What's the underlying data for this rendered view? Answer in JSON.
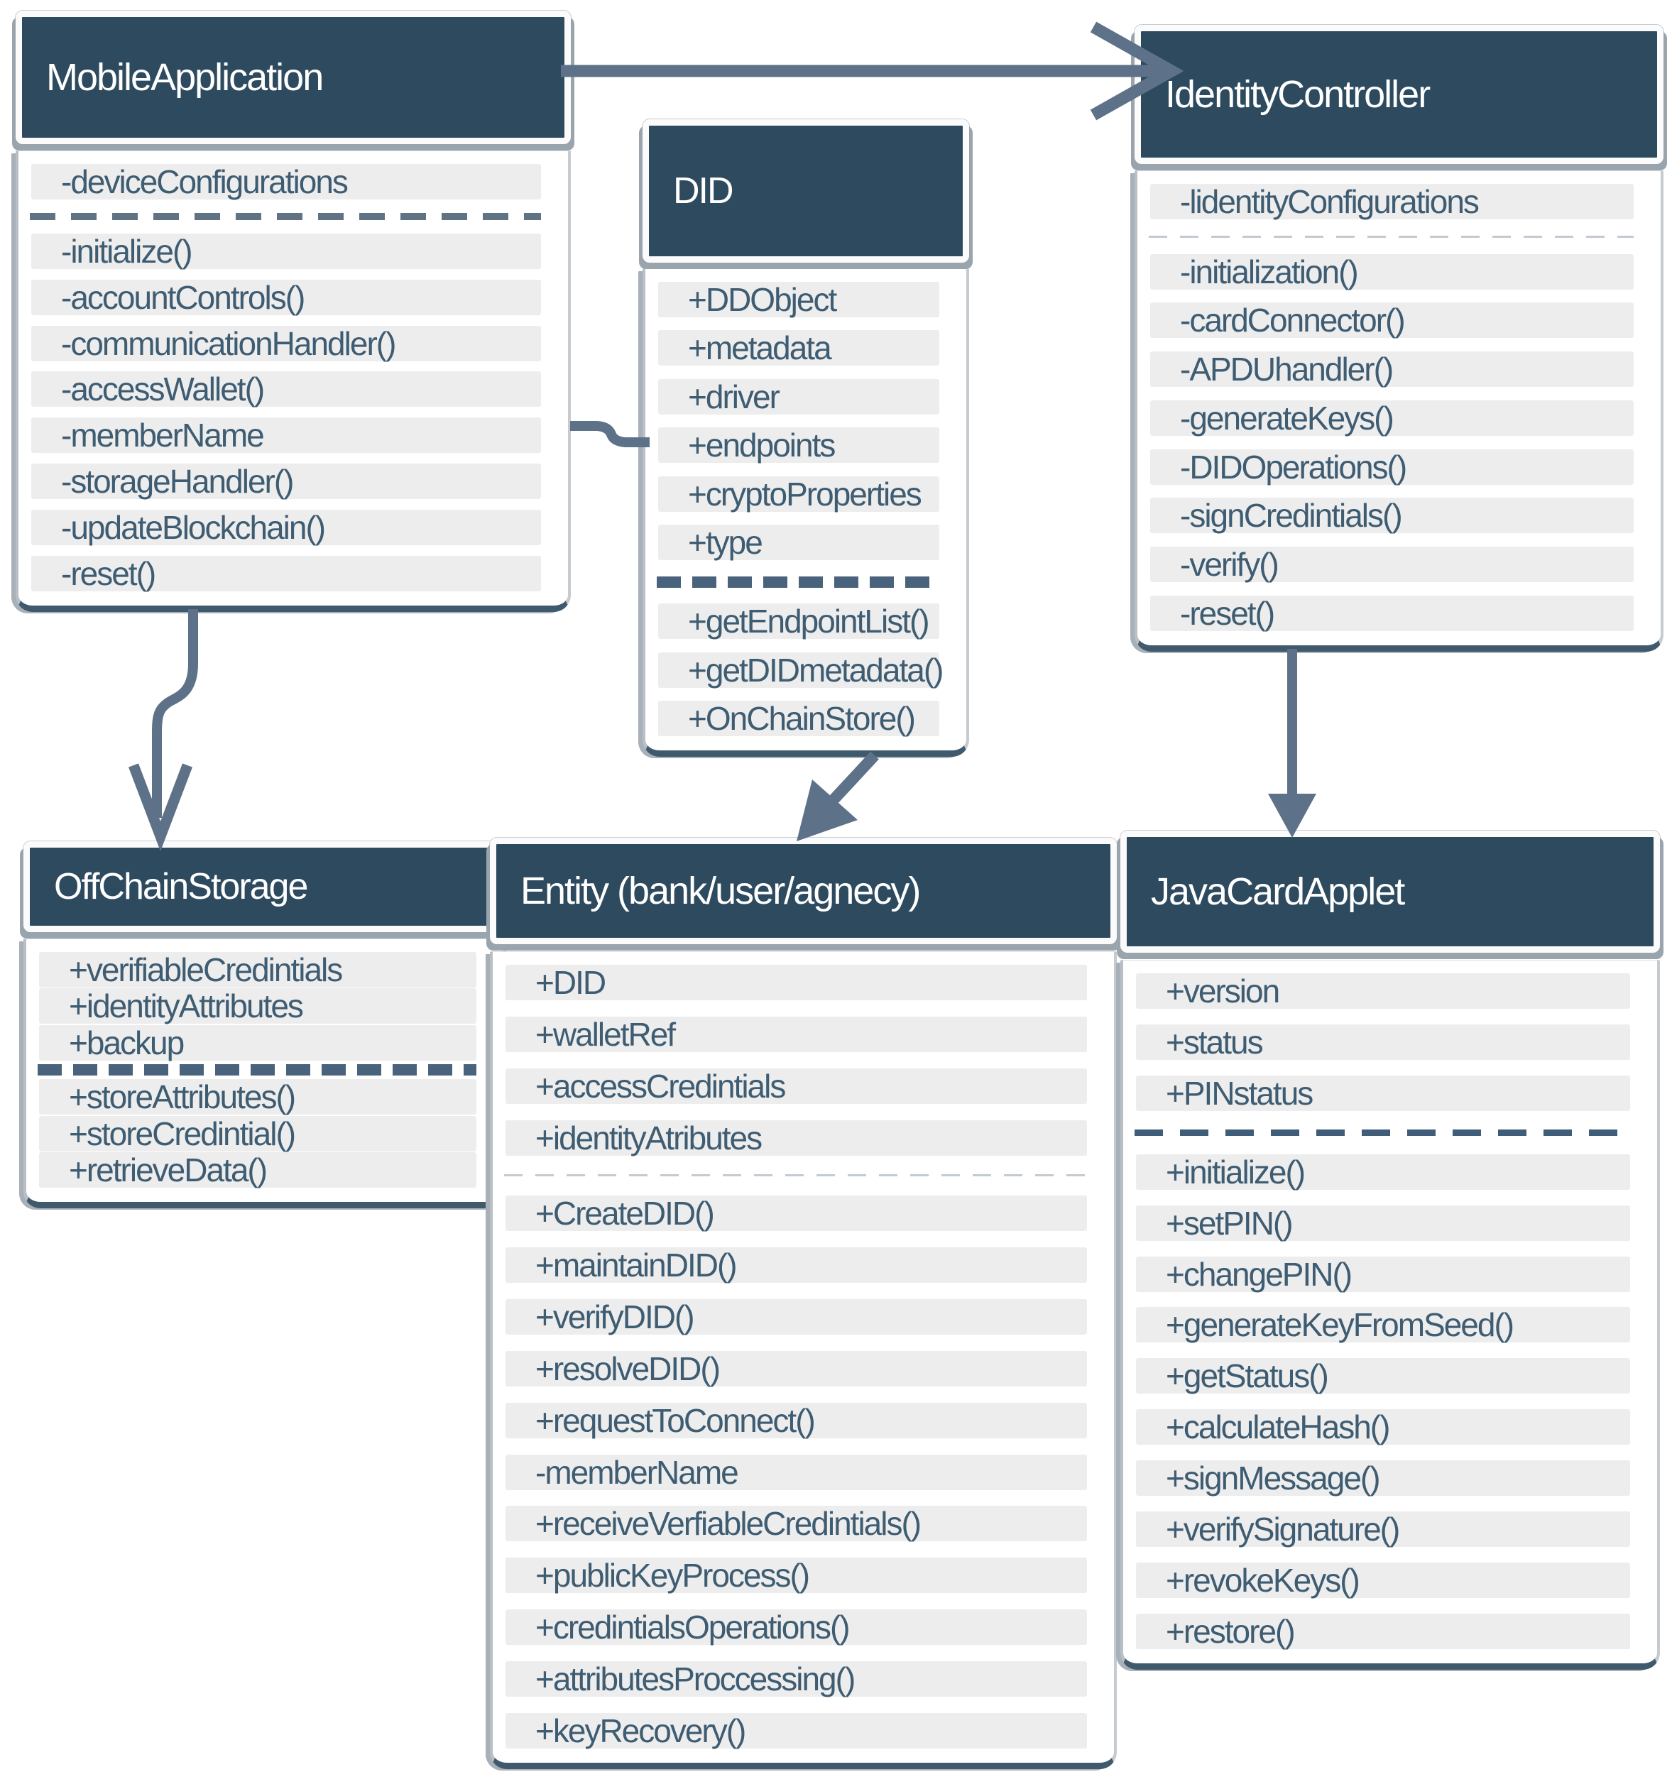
{
  "palette": {
    "header_bg": "#2d4a5f",
    "header_text": "#ffffff",
    "row_bg": "#ededed",
    "row_text": "#3e5c72",
    "arrow": "#5d7288"
  },
  "classes": {
    "mobile_application": {
      "title": "MobileApplication",
      "members": [
        {
          "t": "-deviceConfigurations"
        },
        {
          "sep": "gray"
        },
        {
          "t": "-initialize()"
        },
        {
          "t": "-accountControls()"
        },
        {
          "t": "-communicationHandler()"
        },
        {
          "t": "-accessWallet()"
        },
        {
          "t": "-memberName"
        },
        {
          "t": "-storageHandler()"
        },
        {
          "t": "-updateBlockchain()"
        },
        {
          "t": "-reset()"
        }
      ]
    },
    "did": {
      "title": "DID",
      "members": [
        {
          "t": "+DDObject"
        },
        {
          "t": "+metadata"
        },
        {
          "t": "+driver"
        },
        {
          "t": "+endpoints"
        },
        {
          "t": "+cryptoProperties"
        },
        {
          "t": "+type"
        },
        {
          "sep": "dark"
        },
        {
          "t": "+getEndpointList()"
        },
        {
          "t": "+getDIDmetadata()"
        },
        {
          "t": "+OnChainStore()"
        }
      ]
    },
    "identity_controller": {
      "title": "IdentityController",
      "members": [
        {
          "t": "-lidentityConfigurations"
        },
        {
          "sep": "faint"
        },
        {
          "t": "-initialization()"
        },
        {
          "t": "-cardConnector()"
        },
        {
          "t": "-APDUhandler()"
        },
        {
          "t": "-generateKeys()"
        },
        {
          "t": "-DIDOperations()"
        },
        {
          "t": "-signCredintials()"
        },
        {
          "t": "-verify()"
        },
        {
          "t": "-reset()"
        }
      ]
    },
    "offchain_storage": {
      "title": "OffChainStorage",
      "members": [
        {
          "t": "+verifiableCredintials"
        },
        {
          "t": "+identityAttributes"
        },
        {
          "t": "+backup"
        },
        {
          "sep": "dark"
        },
        {
          "t": "+storeAttributes()"
        },
        {
          "t": "+storeCredintial()"
        },
        {
          "t": "+retrieveData()"
        }
      ]
    },
    "entity": {
      "title": "Entity (bank/user/agnecy)",
      "members": [
        {
          "t": "+DID"
        },
        {
          "t": "+walletRef"
        },
        {
          "t": "+accessCredintials"
        },
        {
          "t": "+identityAtributes"
        },
        {
          "sep": "faint"
        },
        {
          "t": "+CreateDID()"
        },
        {
          "t": "+maintainDID()"
        },
        {
          "t": "+verifyDID()"
        },
        {
          "t": "+resolveDID()"
        },
        {
          "t": "+requestToConnect()"
        },
        {
          "t": "-memberName"
        },
        {
          "t": "+receiveVerfiableCredintials()"
        },
        {
          "t": "+publicKeyProcess()"
        },
        {
          "t": "+credintialsOperations()"
        },
        {
          "t": "+attributesProccessing()"
        },
        {
          "t": "+keyRecovery()"
        }
      ]
    },
    "javacard_applet": {
      "title": "JavaCardApplet",
      "members": [
        {
          "t": "+version"
        },
        {
          "t": "+status"
        },
        {
          "t": "+PINstatus"
        },
        {
          "sep": "mid"
        },
        {
          "t": "+initialize()"
        },
        {
          "t": "+setPIN()"
        },
        {
          "t": "+changePIN()"
        },
        {
          "t": "+generateKeyFromSeed()"
        },
        {
          "t": "+getStatus()"
        },
        {
          "t": "+calculateHash()"
        },
        {
          "t": "+signMessage()"
        },
        {
          "t": "+verifySignature()"
        },
        {
          "t": "+revokeKeys()"
        },
        {
          "t": "+restore()"
        }
      ]
    }
  },
  "connections": [
    {
      "from": "MobileApplication",
      "to": "IdentityController",
      "style": "open-arrow"
    },
    {
      "from": "MobileApplication",
      "to": "DID",
      "style": "line"
    },
    {
      "from": "MobileApplication",
      "to": "OffChainStorage",
      "style": "open-arrow"
    },
    {
      "from": "DID",
      "to": "Entity (bank/user/agnecy)",
      "style": "solid-arrow"
    },
    {
      "from": "IdentityController",
      "to": "JavaCardApplet",
      "style": "solid-arrow"
    }
  ]
}
